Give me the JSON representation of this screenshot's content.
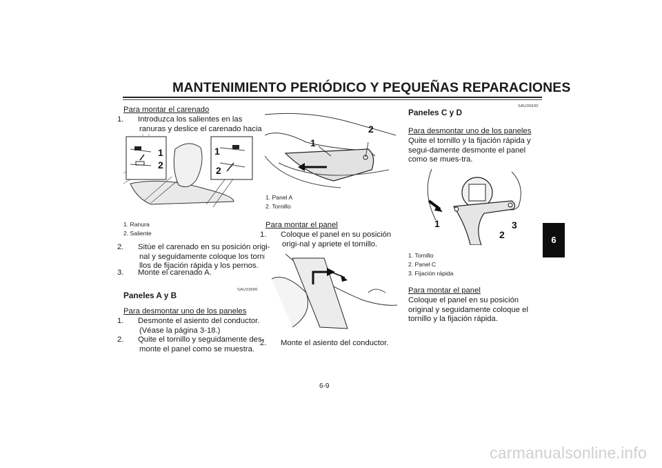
{
  "header": {
    "title": "MANTENIMIENTO PERIÓDICO Y PEQUEÑAS REPARACIONES"
  },
  "chapter_tab": "6",
  "page_number": "6-9",
  "watermark": "carmanualsonline.info",
  "col1": {
    "fairing_install_heading": "Para montar el carenado",
    "step1_num": "1.",
    "step1_text": "Introduzca los salientes en las ranuras y deslice el carenado hacia delante.",
    "fig_callouts": [
      "1",
      "2",
      "1",
      "2"
    ],
    "caption1": "1. Ranura",
    "caption2": "2. Saliente",
    "step2_num": "2.",
    "step2_text": "Sitúe el carenado en su posición origi-nal y seguidamente coloque los torni-llos de fijación rápida y los pernos.",
    "step3_num": "3.",
    "step3_text": "Monte el carenado A.",
    "code": "SAU33990",
    "panels_heading": "Paneles A y B",
    "remove_heading": "Para desmontar uno de los paneles",
    "r_step1_num": "1.",
    "r_step1_text": "Desmonte el asiento del conductor. (Véase la página 3-18.)",
    "r_step2_num": "2.",
    "r_step2_text": "Quite el tornillo y seguidamente des-monte el panel como se muestra."
  },
  "col2": {
    "fig_callouts": [
      "1",
      "2"
    ],
    "caption1": "1. Panel A",
    "caption2": "2. Tornillo",
    "install_heading": "Para montar el panel",
    "step1_num": "1.",
    "step1_text": "Coloque el panel en su posición origi-nal y apriete el tornillo.",
    "step2_num": "2.",
    "step2_text": "Monte el asiento del conductor."
  },
  "col3": {
    "code": "SAU36630",
    "panels_heading": "Paneles C y D",
    "remove_heading": "Para desmontar uno de los paneles",
    "remove_text": "Quite el tornillo y la fijación rápida y segui-damente desmonte el panel como se mues-tra.",
    "fig_callouts": [
      "1",
      "2",
      "3"
    ],
    "caption1": "1. Tornillo",
    "caption2": "2. Panel C",
    "caption3": "3. Fijación rápida",
    "install_heading": "Para montar el panel",
    "install_text": "Coloque el panel en su posición original y seguidamente coloque el tornillo y la fijación rápida."
  }
}
